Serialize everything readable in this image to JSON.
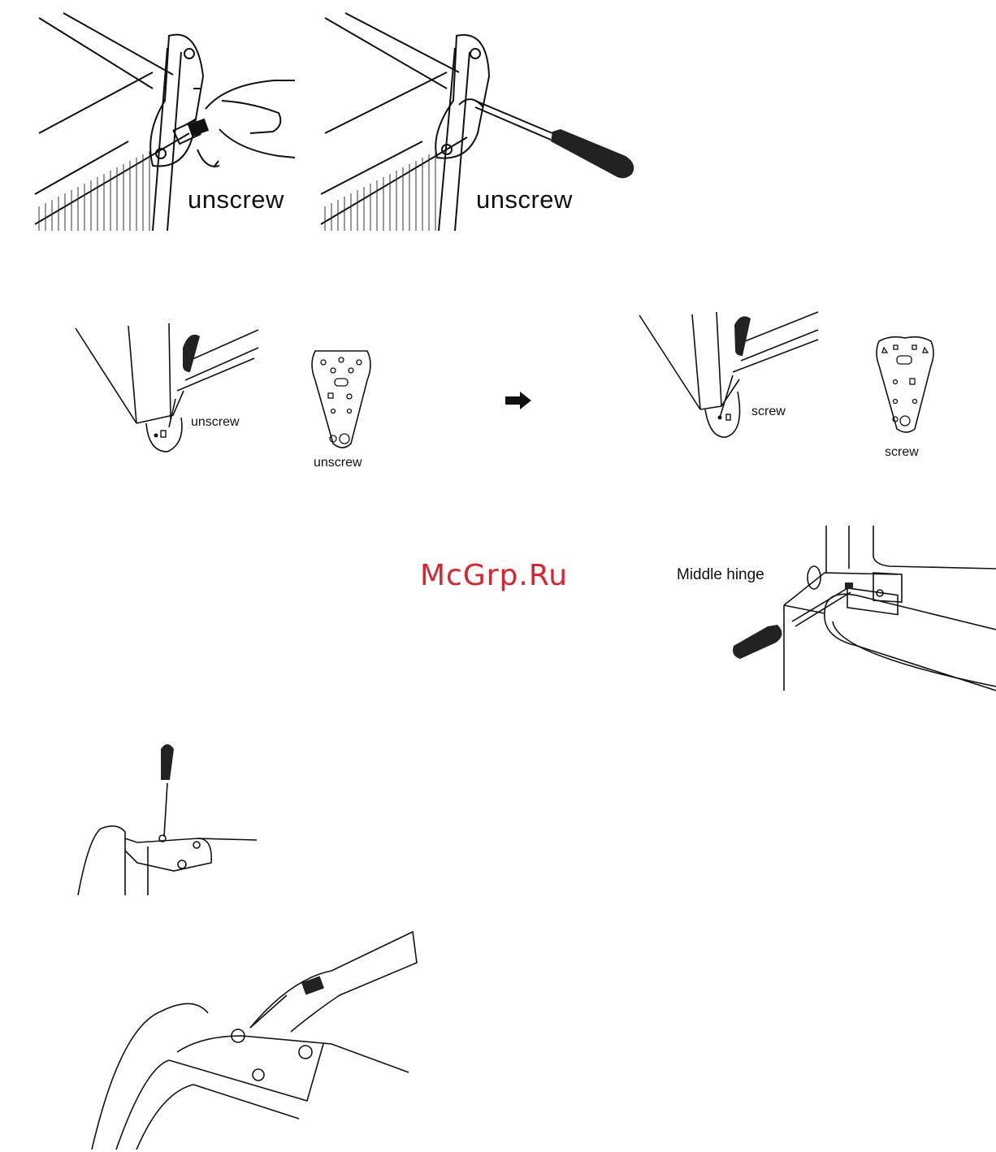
{
  "labels": {
    "unscrew_wrench": "unscrew",
    "unscrew_screwdriver": "unscrew",
    "unscrew_small": "unscrew",
    "unscrew_plate": "unscrew",
    "screw_small": "screw",
    "screw_plate": "screw",
    "middle_hinge": "Middle hinge"
  },
  "watermark": "McGrp.Ru",
  "icons": [
    "right-arrow-icon"
  ]
}
